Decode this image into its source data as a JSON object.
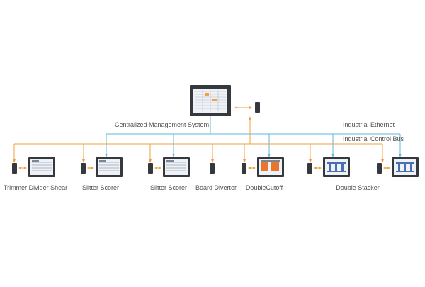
{
  "colors": {
    "ethernet": "#5db8dc",
    "control_bus": "#f0a040",
    "device_dark": "#35383d",
    "screen": "#eef1f6"
  },
  "central_system": {
    "label": "Centralized Management System",
    "icon": "monitor-icon"
  },
  "buses": {
    "ethernet_label": "Industrial Ethernet",
    "control_label": "Industrial Control Bus"
  },
  "stations": [
    {
      "label": "Trimmer Divider Shear",
      "screen": "table"
    },
    {
      "label": "Slitter Scorer",
      "screen": "table"
    },
    {
      "label": "Slitter Scorer",
      "screen": "table"
    },
    {
      "label": "Board Diverter",
      "screen": "none"
    },
    {
      "label": "DoubleCutoff",
      "screen": "orange"
    },
    {
      "label": "Double Stacker",
      "screen": "stacker"
    },
    {
      "label": "",
      "screen": "stacker"
    }
  ]
}
